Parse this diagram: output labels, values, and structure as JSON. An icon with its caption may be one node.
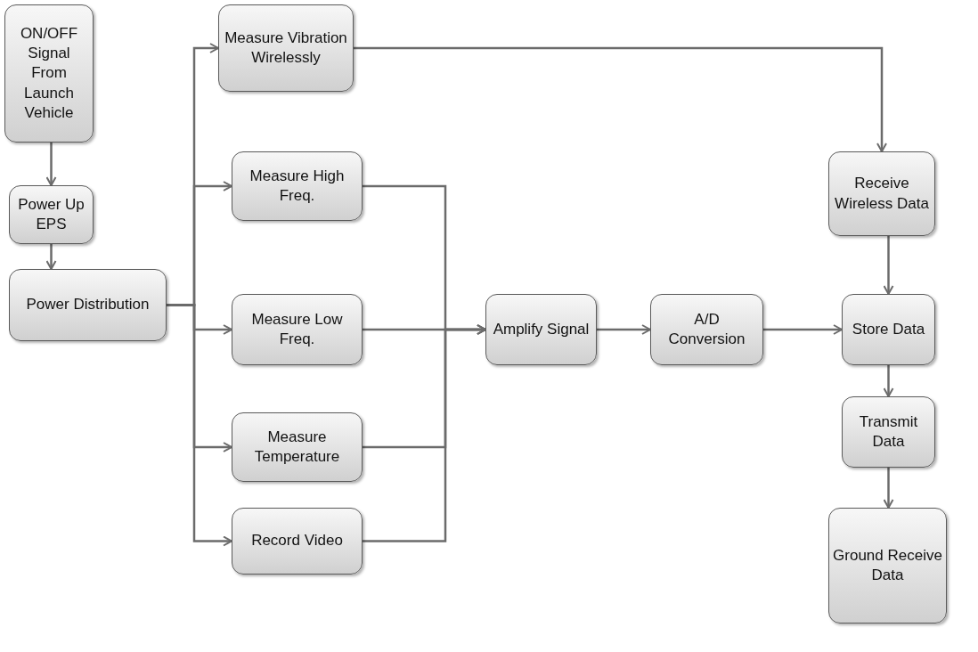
{
  "diagram": {
    "nodes": [
      {
        "text": [
          "ON/OFF Signal From Launch Vehicle"
        ]
      },
      {
        "text": [
          "Power Up EPS"
        ]
      },
      {
        "text": [
          "Power Distribution"
        ]
      },
      {
        "text": [
          "Measure Vibration Wirelessly"
        ]
      },
      {
        "text": [
          "Measure High Freq."
        ]
      },
      {
        "text": [
          "Measure Low Freq."
        ]
      },
      {
        "text": [
          "Measure Temperature"
        ]
      },
      {
        "text": [
          "Record Video"
        ]
      },
      {
        "text": [
          "Amplify Signal"
        ]
      },
      {
        "text": [
          "A/D Conversion"
        ]
      },
      {
        "text": [
          "Receive Wireless Data"
        ]
      },
      {
        "text": [
          "Store Data"
        ]
      },
      {
        "text": [
          "Transmit Data"
        ]
      },
      {
        "text": [
          "Ground Receive Data"
        ]
      }
    ],
    "edges": [
      {
        "from": 0,
        "to": 1,
        "arrow": "to"
      },
      {
        "from": 1,
        "to": 2,
        "arrow": "to"
      },
      {
        "from": 2,
        "to": 3,
        "arrow": "to"
      },
      {
        "from": 2,
        "to": 4,
        "arrow": "to"
      },
      {
        "from": 2,
        "to": 5,
        "arrow": "to"
      },
      {
        "from": 2,
        "to": 6,
        "arrow": "to"
      },
      {
        "from": 2,
        "to": 7,
        "arrow": "to"
      },
      {
        "from": 4,
        "to": 8,
        "arrow": "to"
      },
      {
        "from": 5,
        "to": 8,
        "arrow": "to"
      },
      {
        "from": 6,
        "to": 8,
        "arrow": "to"
      },
      {
        "from": 7,
        "to": 8,
        "arrow": "to"
      },
      {
        "from": 8,
        "to": 9,
        "arrow": "to"
      },
      {
        "from": 9,
        "to": 11,
        "arrow": "to"
      },
      {
        "from": 3,
        "to": 10,
        "arrow": "to"
      },
      {
        "from": 10,
        "to": 11,
        "arrow": "to"
      },
      {
        "from": 11,
        "to": 12,
        "arrow": "to"
      },
      {
        "from": 12,
        "to": 13,
        "arrow": "to"
      }
    ]
  }
}
